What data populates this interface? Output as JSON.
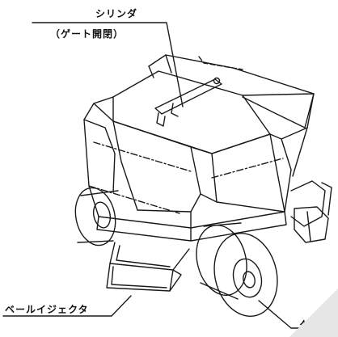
{
  "labels": {
    "cylinder": "シリンダ",
    "cylinder_sub": "（ゲート開閉）",
    "bale_ejector": "ベールイジェクタ",
    "tire": "タイヤ"
  },
  "colors": {
    "line": "#1a1a1a",
    "background": "#ffffff",
    "corner_fold": "#e6e6e6"
  }
}
